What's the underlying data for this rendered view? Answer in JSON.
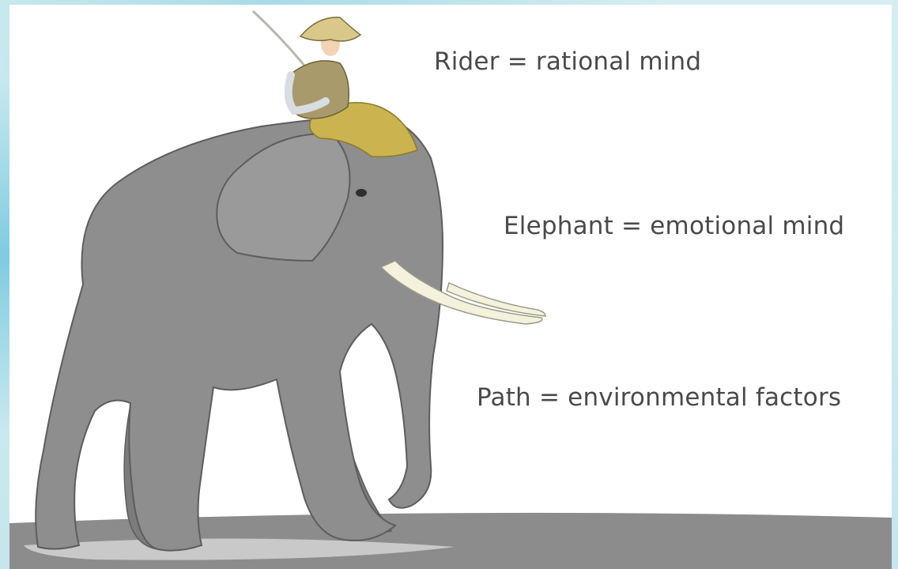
{
  "captions": {
    "rider": "Rider = rational mind",
    "elephant": "Elephant = emotional mind",
    "path": "Path = environmental factors"
  },
  "icons": [
    "elephant-illustration",
    "rider-figure",
    "ground-path"
  ],
  "colors": {
    "text": "#4a4a4a",
    "elephant": "#8e8e8e",
    "ground": "#8c8c8c",
    "headcloth": "#cbb44f",
    "tusk": "#f4f1dc"
  }
}
